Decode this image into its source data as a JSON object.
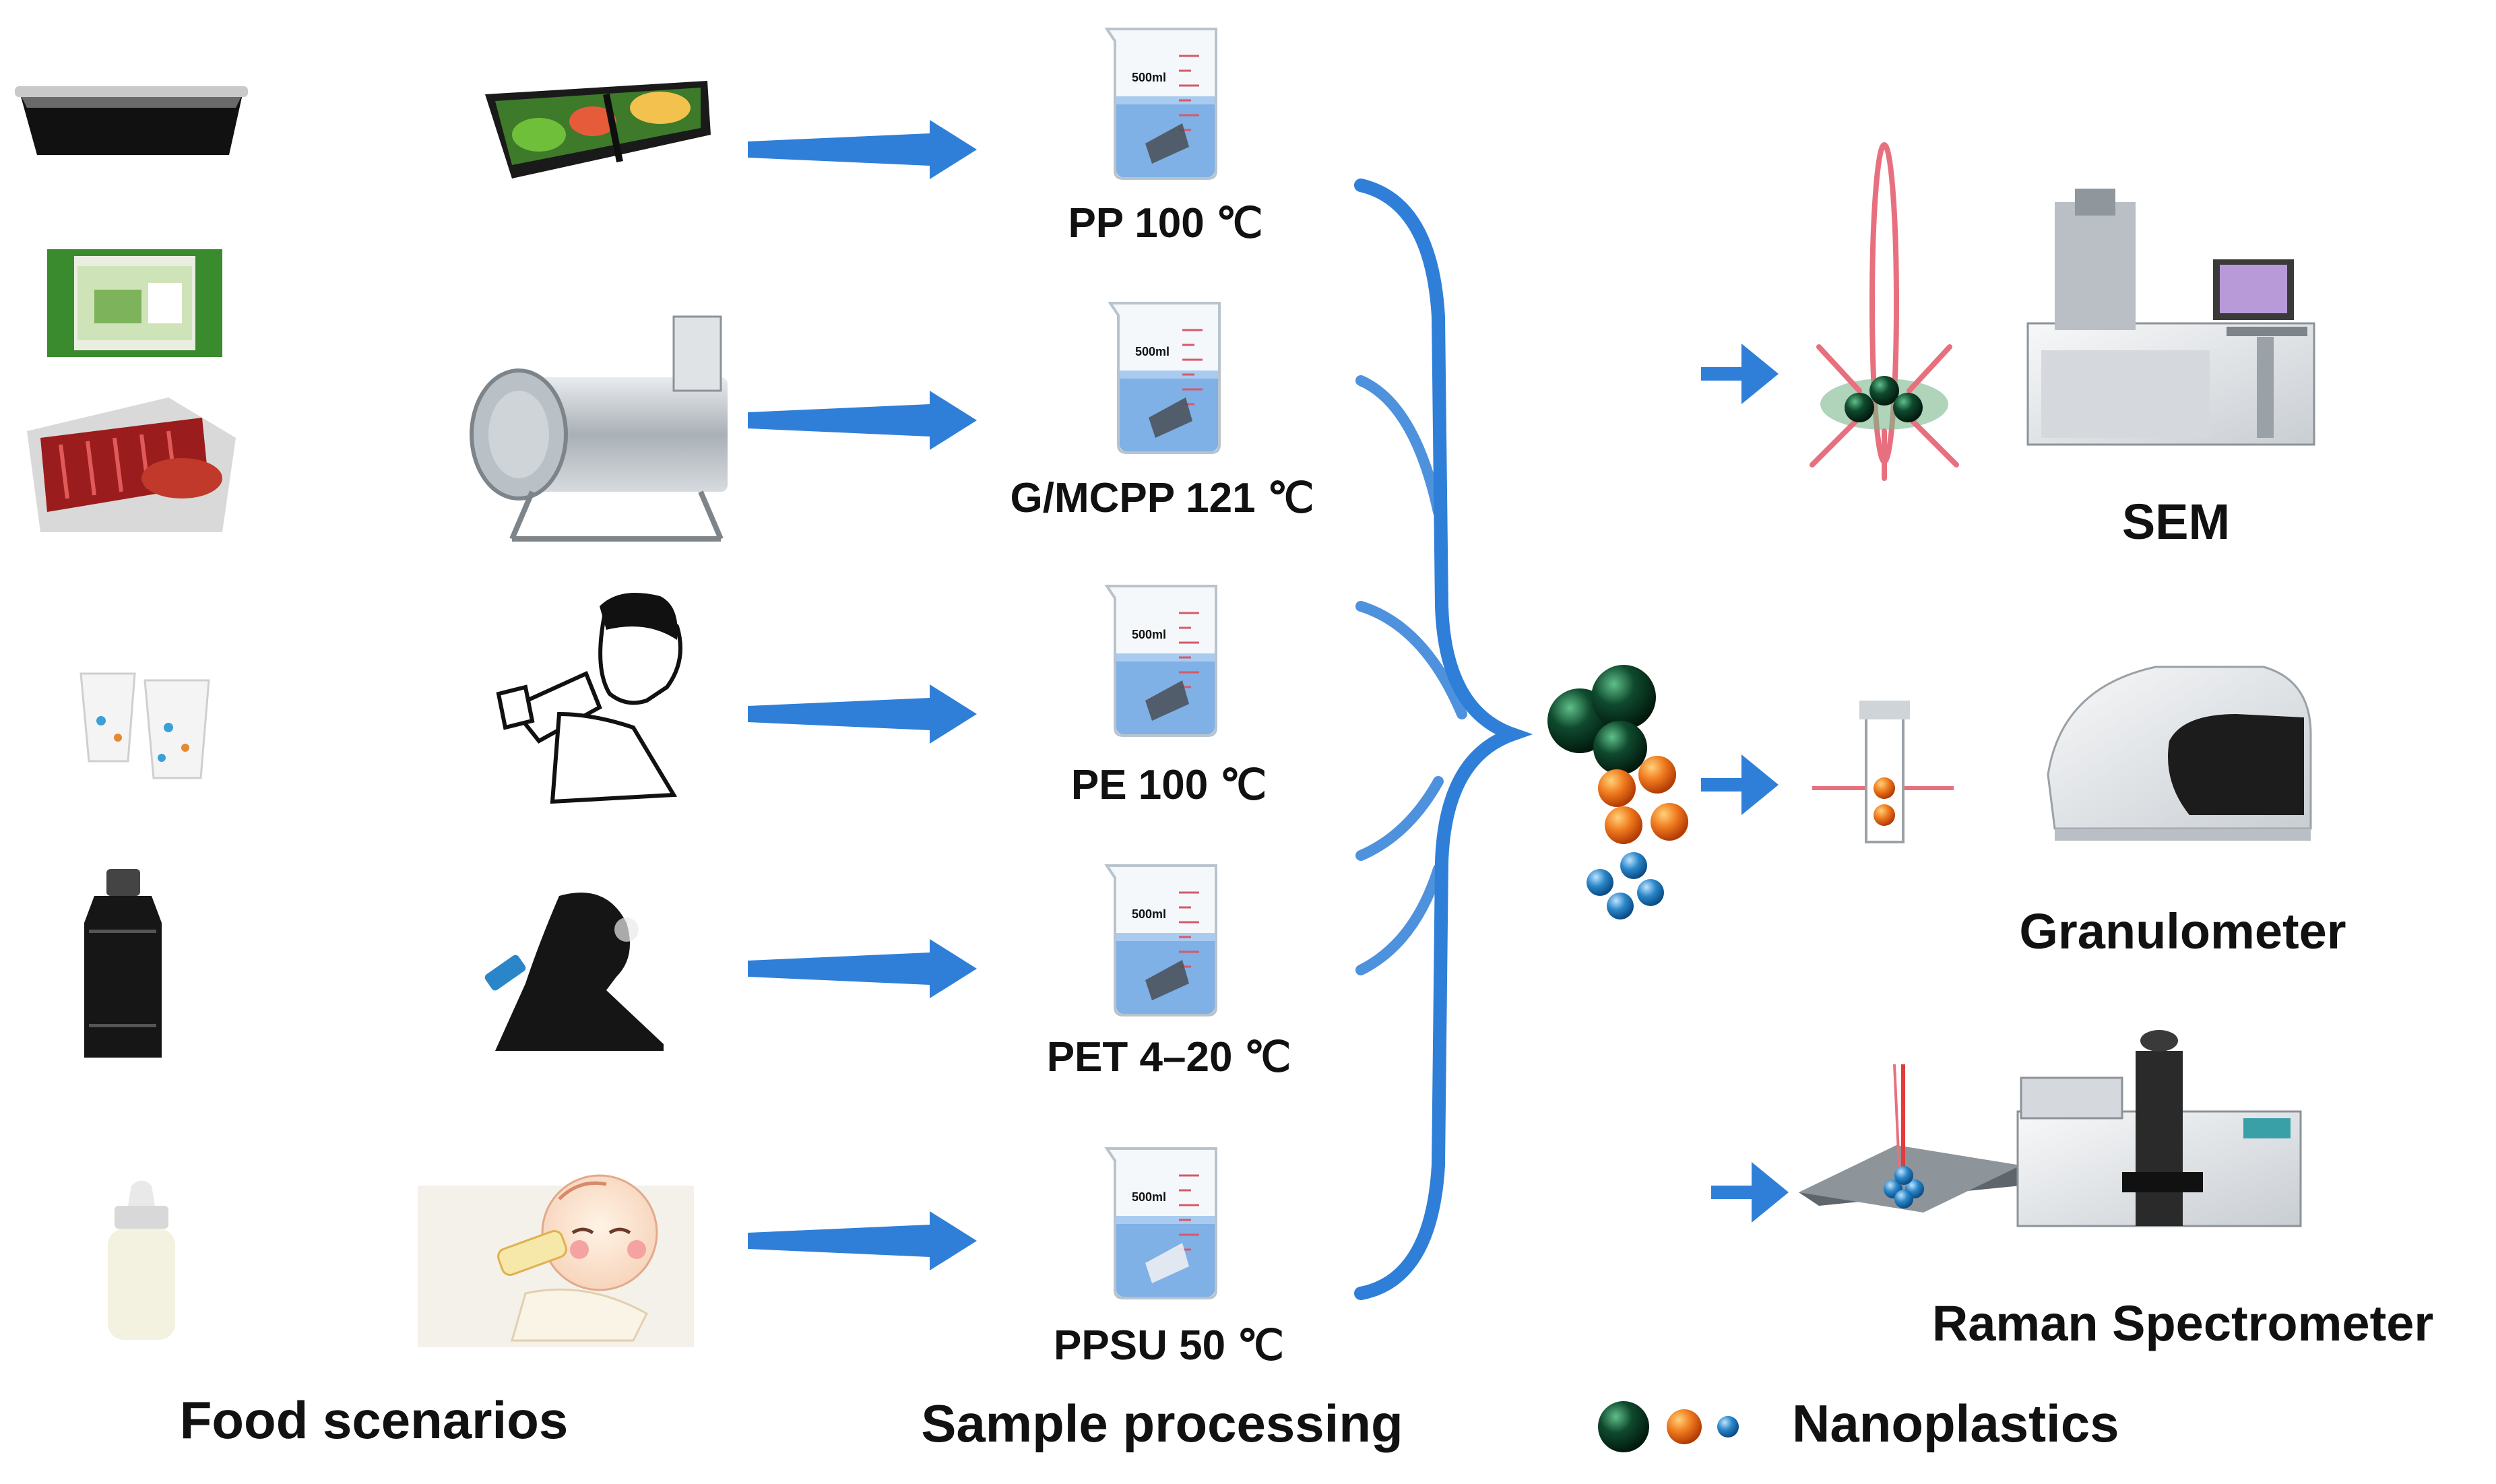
{
  "section_labels": {
    "food": "Food scenarios",
    "processing": "Sample processing",
    "nanoplastics": "Nanoplastics"
  },
  "samples": [
    {
      "label": "PP 100 ℃"
    },
    {
      "label": "G/MCPP 121 ℃"
    },
    {
      "label": "PE 100 ℃"
    },
    {
      "label": "PET 4–20 ℃"
    },
    {
      "label": "PPSU 50 ℃"
    }
  ],
  "instruments": {
    "sem": "SEM",
    "granulometer": "Granulometer",
    "raman": "Raman Spectrometer"
  },
  "beaker_marking": "500ml",
  "colors": {
    "arrow": "#2f7fd8",
    "water": "#7fb0e6",
    "particle_large": "#0f4a2e",
    "particle_medium": "#f07a1e",
    "particle_small": "#2a86c8",
    "laser": "#e8707e"
  },
  "icons": {
    "food_row1": [
      "food-container-icon",
      "meal-tray-icon"
    ],
    "food_row2": [
      "retort-pouch-icon",
      "sausage-pack-icon",
      "autoclave-icon"
    ],
    "food_row3": [
      "paper-cups-icon",
      "child-drinking-icon"
    ],
    "food_row4": [
      "plastic-bottle-icon",
      "person-drinking-icon"
    ],
    "food_row5": [
      "baby-bottle-icon",
      "baby-feeding-icon"
    ]
  }
}
